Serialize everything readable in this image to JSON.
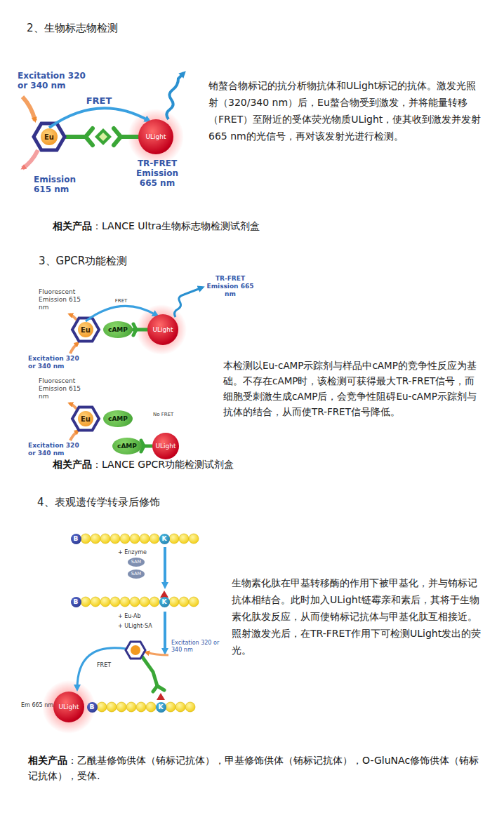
{
  "diagram": {
    "nodes": [
      {
        "text": [
          "Eu"
        ]
      },
      {
        "text": [
          "ULight"
        ]
      },
      {
        "text": [
          "Eu"
        ]
      },
      {
        "text": [
          "cAMP"
        ]
      },
      {
        "text": [
          "ULight"
        ]
      },
      {
        "text": [
          "Eu"
        ]
      },
      {
        "text": [
          "cAMP"
        ]
      },
      {
        "text": [
          "cAMP"
        ]
      },
      {
        "text": [
          "ULight"
        ]
      },
      {
        "text": [
          "B"
        ]
      },
      {
        "text": [
          "K"
        ]
      },
      {
        "text": [
          "SAM"
        ]
      },
      {
        "text": [
          "SAM"
        ]
      },
      {
        "text": [
          "B"
        ]
      },
      {
        "text": [
          "K"
        ]
      },
      {
        "text": [
          "ULight"
        ]
      },
      {
        "text": [
          "B"
        ]
      },
      {
        "text": [
          "K"
        ]
      }
    ],
    "edges": [
      {
        "from": 0,
        "to": 1,
        "label": "FRET",
        "arrow": "to"
      },
      {
        "from": 2,
        "to": 4,
        "label": "FRET",
        "arrow": "to"
      }
    ],
    "labels": [
      "2、生物标志物检测",
      "Excitation 320 or 340 nm",
      "Emission 615 nm",
      "TR-FRET Emission 665 nm",
      "铕螯合物标记的抗分析物抗体和ULight标记的抗体。激发光照射（320/340 nm）后，Eu螯合物受到激发，并将能量转移（FRET）至附近的受体荧光物质ULight，使其收到激发并发射665 nm的光信号，再对该发射光进行检测。",
      "相关产品",
      "：LANCE Ultra生物标志物检测试剂盒",
      "3、GPCR功能检测",
      "Fluorescent Emission 615 nm",
      "TR-FRET Emission 665 nm",
      "Excitation 320 or 340 nm",
      "Fluorescent Emission 615 nm",
      "No FRET",
      "Excitation 320 or 340 nm",
      "本检测以Eu-cAMP示踪剂与样品中cAMP的竞争性反应为基础。不存在cAMP时，该检测可获得最大TR-FRET信号，而细胞受刺激生成cAMP后，会竞争性阻碍Eu-cAMP示踪剂与抗体的结合，从而使TR-FRET信号降低。",
      "相关产品",
      "：LANCE GPCR功能检测试剂盒",
      "4、表观遗传学转录后修饰",
      "+ Enzyme",
      "+ Eu-Ab",
      "+ ULight-SA",
      "Excitation 320 or 340 nm",
      "FRET",
      "Em 665 nm",
      "生物素化肽在甲基转移酶的作用下被甲基化，并与铕标记抗体相结合。此时加入ULight链霉亲和素后，其将于生物素化肽发反应，从而使铕标记抗体与甲基化肽互相接近。照射激发光后，在TR-FRET作用下可检测ULight发出的荧光。",
      "相关产品",
      "：乙酰基修饰供体（铕标记抗体），甲基修饰供体（铕标记抗体），O-GluNAc修饰供体（铕标记抗体），受体."
    ]
  }
}
